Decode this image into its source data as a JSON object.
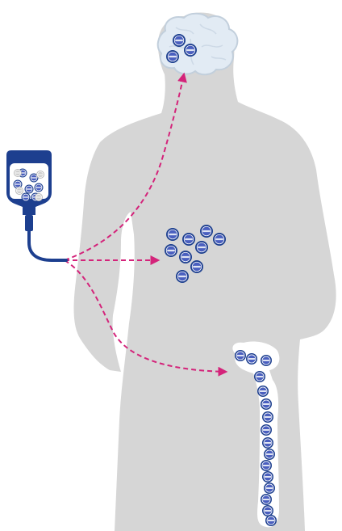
{
  "colors": {
    "background": "#ffffff",
    "silhouette": "#d6d6d6",
    "brain": "#e2ebf4",
    "brain_outline": "#c2cfdc",
    "brain_fold": "#cdd9e6",
    "bag": "#1d3f8f",
    "bag_window": "#ffffff",
    "particle_outer": "#1d3f8f",
    "particle_inner": "#4a5fbf",
    "particle_ring": "#ffffff",
    "particle_band": "#dfe4f3",
    "particle_grey": "#b8b8b8",
    "arrow": "#d4237a",
    "bone_halo": "#ffffff"
  },
  "icons": {
    "infusion_bag": "iv-bag-icon",
    "particle": "nanoparticle-icon",
    "brain": "brain-icon",
    "silhouette": "human-silhouette"
  },
  "diagram": {
    "flows": [
      {
        "id": "flow-to-brain",
        "target": "brain"
      },
      {
        "id": "flow-to-torso",
        "target": "torso"
      },
      {
        "id": "flow-to-leg",
        "target": "leg"
      }
    ]
  }
}
